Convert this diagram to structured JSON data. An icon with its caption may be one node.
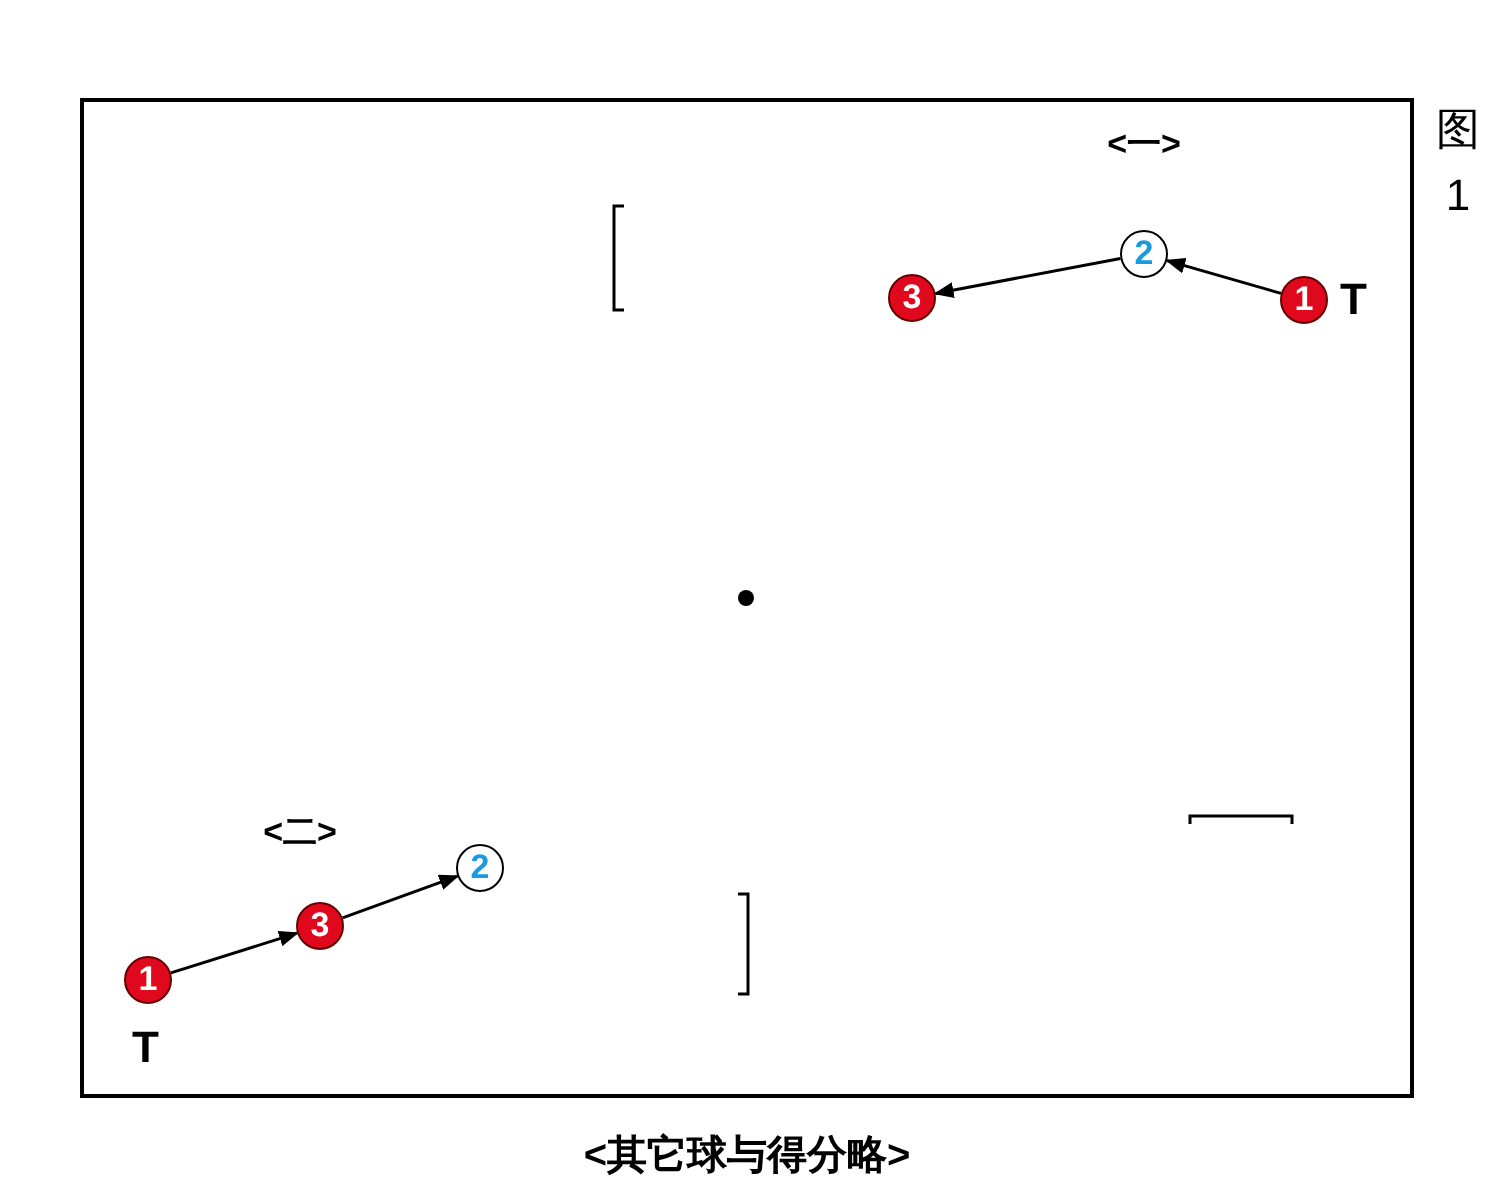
{
  "diagram": {
    "caption": "<其它球与得分略>",
    "nodes": [
      {
        "text": [
          "3"
        ]
      },
      {
        "text": [
          "2"
        ]
      },
      {
        "text": [
          "1"
        ],
        "beside": [
          "T"
        ]
      },
      {
        "text": [
          "1"
        ],
        "beside": [
          "T"
        ]
      },
      {
        "text": [
          "3"
        ]
      },
      {
        "text": [
          "2"
        ]
      }
    ],
    "edges": [
      {
        "from": 2,
        "to": 1,
        "arrow": "to"
      },
      {
        "from": 1,
        "to": 0,
        "arrow": "to"
      },
      {
        "from": 3,
        "to": 4,
        "arrow": "to"
      },
      {
        "from": 4,
        "to": 5,
        "arrow": "to"
      }
    ],
    "labels": [
      "<一>",
      "图1",
      "<二>"
    ]
  }
}
